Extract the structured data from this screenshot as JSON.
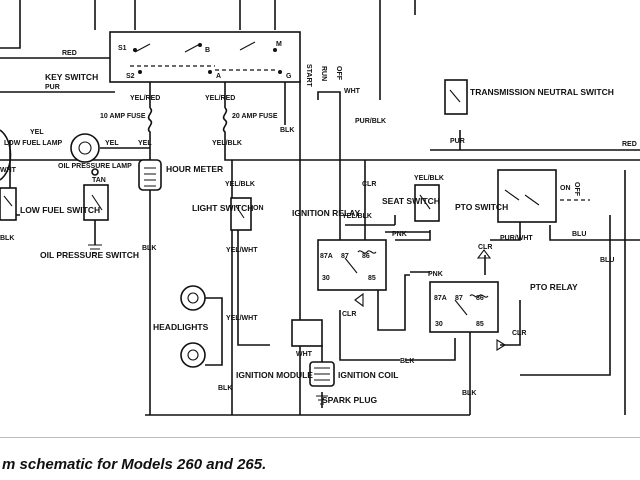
{
  "labels": {
    "key_switch": "KEY SWITCH",
    "red": "RED",
    "pur": "PUR",
    "s1": "S1",
    "s2": "S2",
    "b": "B",
    "a": "A",
    "m": "M",
    "g": "G",
    "start": "START",
    "run": "RUN",
    "off": "OFF",
    "wht": "WHT",
    "yel_red": "YEL/RED",
    "fuse10": "10 AMP FUSE",
    "fuse20": "20 AMP FUSE",
    "yel": "YEL",
    "blk": "BLK",
    "yel_blk": "YEL/BLK",
    "yel_wht": "YEL/WHT",
    "pur_blk": "PUR/BLK",
    "pur_wht": "PUR/WHT",
    "tan": "TAN",
    "pnk": "PNK",
    "blu": "BLU",
    "clr": "CLR",
    "low_fuel_lamp": "LOW FUEL LAMP",
    "oil_pressure_lamp": "OIL PRESSURE LAMP",
    "low_fuel_switch": "LOW FUEL SWITCH",
    "oil_pressure_switch": "OIL PRESSURE SWITCH",
    "hour_meter": "HOUR METER",
    "light_switch": "LIGHT SWITCH",
    "on": "ON",
    "headlights": "HEADLIGHTS",
    "ignition_relay": "IGNITION RELAY",
    "seat_switch": "SEAT SWITCH",
    "pto_switch": "PTO SWITCH",
    "pto_relay": "PTO RELAY",
    "transmission_neutral_switch": "TRANSMISSION NEUTRAL SWITCH",
    "ignition_module": "IGNITION MODULE",
    "ignition_coil": "IGNITION COIL",
    "spark_plug": "SPARK PLUG",
    "t87a": "87A",
    "t87": "87",
    "t86": "86",
    "t85": "85",
    "t30": "30"
  },
  "caption": "m schematic for Models 260 and 265."
}
